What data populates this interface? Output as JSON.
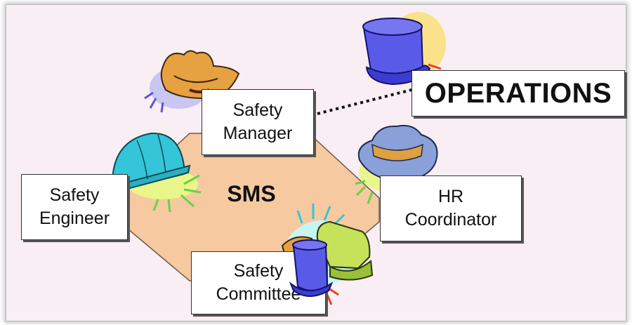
{
  "center_label": "SMS",
  "operations_label": "OPERATIONS",
  "roles": [
    {
      "line1": "Safety",
      "line2": "Manager"
    },
    {
      "line1": "Safety",
      "line2": "Engineer"
    },
    {
      "line1": "HR",
      "line2": "Coordinator"
    },
    {
      "line1": "Safety",
      "line2": "Committee"
    }
  ],
  "hat_icons": [
    "cowboy-hat-icon",
    "hard-hat-icon",
    "fedora-hat-icon",
    "top-hat-icon",
    "stacked-hats-icon"
  ],
  "colors": {
    "background": "#f8eef3",
    "octagon_fill": "#f6c9a0",
    "connector": "#111111"
  }
}
